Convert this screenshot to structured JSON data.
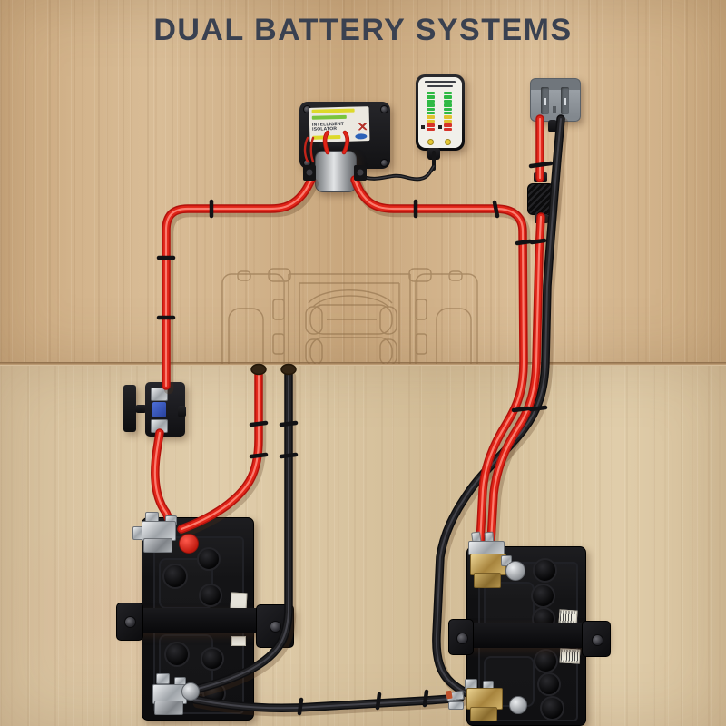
{
  "title": {
    "text": "DUAL BATTERY SYSTEMS"
  },
  "theme": {
    "title-color": "#3a4150",
    "wood-top": "#cfae85",
    "wood-bottom": "#d9c4a0",
    "etch-color": "#8a6a45",
    "wire-red": "#e02418",
    "wire-red-dark": "#b2120c",
    "wire-red-light": "#ff8d7e",
    "wire-black": "#212124",
    "wire-black-light": "#4b4b52",
    "led-green": "#2fb944",
    "led-yellow": "#e0c22e",
    "led-red": "#d6342a",
    "label-yellow": "#ddd92a",
    "label-green": "#7ac43e",
    "label-blue": "#2d62b8"
  },
  "isolator": {
    "label_line1": "INTELLIGENT",
    "label_line2": "ISOLATOR"
  },
  "monitor": {
    "columns": 2,
    "greens": 6,
    "yellows": 2,
    "reds": 2
  },
  "components": {
    "relay": "intelligent-isolator-relay",
    "monitor": "battery-level-monitor",
    "anderson_plug": "anderson-style-power-connector",
    "inline_fuse": "inline-fuse-holder",
    "circuit_breaker": "circuit-breaker",
    "left_battery": "starter-battery",
    "right_battery": "auxiliary-battery",
    "etching": "vehicle-outline-engraving",
    "wire_red": "positive-power-cable",
    "wire_black": "negative-ground-cable"
  }
}
